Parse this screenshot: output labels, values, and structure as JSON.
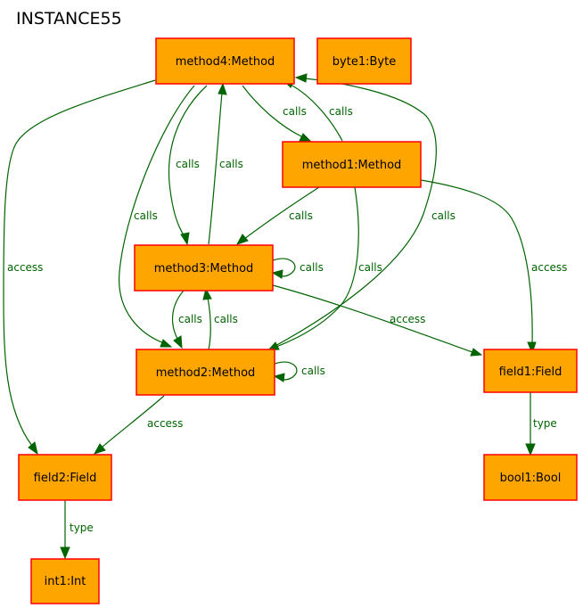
{
  "title": "INSTANCE55",
  "colors": {
    "node_fill": "#FFA500",
    "node_stroke": "#FF0000",
    "edge": "#006400"
  },
  "nodes": {
    "method4": {
      "label": "method4:Method"
    },
    "byte1": {
      "label": "byte1:Byte"
    },
    "method1": {
      "label": "method1:Method"
    },
    "method3": {
      "label": "method3:Method"
    },
    "method2": {
      "label": "method2:Method"
    },
    "field1": {
      "label": "field1:Field"
    },
    "field2": {
      "label": "field2:Field"
    },
    "bool1": {
      "label": "bool1:Bool"
    },
    "int1": {
      "label": "int1:Int"
    }
  },
  "edges": [
    {
      "id": "m4-m1",
      "from": "method4",
      "to": "method1",
      "label": "calls"
    },
    {
      "id": "m1-m4",
      "from": "method1",
      "to": "method4",
      "label": "calls"
    },
    {
      "id": "m4-m3",
      "from": "method4",
      "to": "method3",
      "label": "calls"
    },
    {
      "id": "m3-m4",
      "from": "method3",
      "to": "method4",
      "label": "calls"
    },
    {
      "id": "m4-m2",
      "from": "method4",
      "to": "method2",
      "label": "calls"
    },
    {
      "id": "m2-m4",
      "from": "method2",
      "to": "method4",
      "label": "calls"
    },
    {
      "id": "m4-f2",
      "from": "method4",
      "to": "field2",
      "label": "access"
    },
    {
      "id": "m1-m3",
      "from": "method1",
      "to": "method3",
      "label": "calls"
    },
    {
      "id": "m1-m2",
      "from": "method1",
      "to": "method2",
      "label": "calls"
    },
    {
      "id": "m1-f1",
      "from": "method1",
      "to": "field1",
      "label": "access"
    },
    {
      "id": "m3-m3",
      "from": "method3",
      "to": "method3",
      "label": "calls"
    },
    {
      "id": "m3-m2",
      "from": "method3",
      "to": "method2",
      "label": "calls"
    },
    {
      "id": "m2-m3",
      "from": "method2",
      "to": "method3",
      "label": "calls"
    },
    {
      "id": "m3-f1",
      "from": "method3",
      "to": "field1",
      "label": "access"
    },
    {
      "id": "m2-m2",
      "from": "method2",
      "to": "method2",
      "label": "calls"
    },
    {
      "id": "m2-f2",
      "from": "method2",
      "to": "field2",
      "label": "access"
    },
    {
      "id": "f1-b1",
      "from": "field1",
      "to": "bool1",
      "label": "type"
    },
    {
      "id": "f2-i1",
      "from": "field2",
      "to": "int1",
      "label": "type"
    }
  ]
}
